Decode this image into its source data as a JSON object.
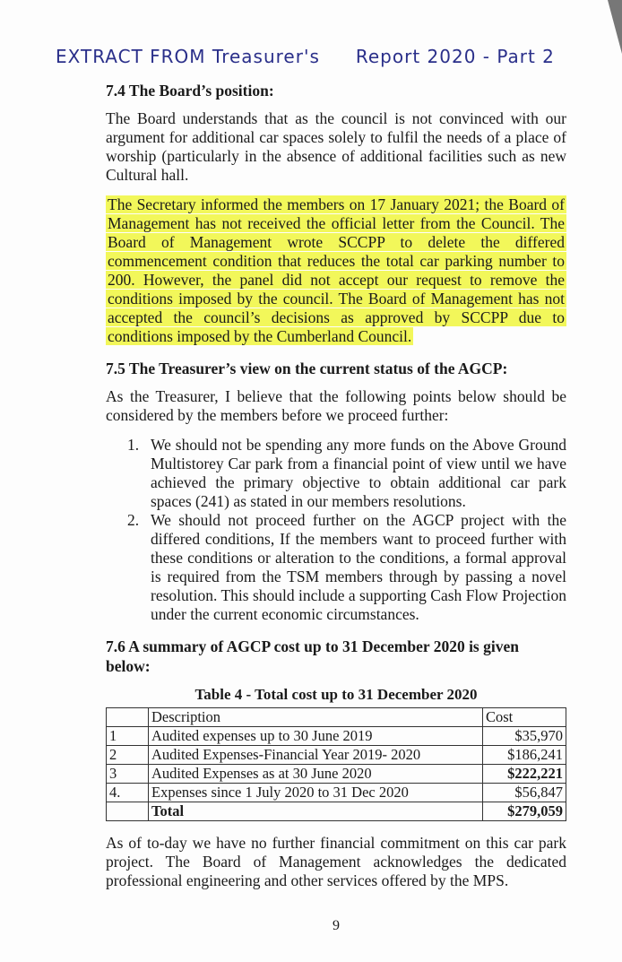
{
  "annotation": {
    "words": [
      "EXTRACT FROM Treasurer's",
      "Report 2020 - Part 2"
    ]
  },
  "section_74": {
    "heading": "7.4 The Board’s position:",
    "paragraph": "The Board understands that as the council is not convinced with our argument for additional car spaces solely to fulfil the needs of a place of worship (particularly in the absence of additional facilities such as new Cultural hall.",
    "highlighted": "The Secretary informed the members on 17 January 2021; the Board of Management has not received the official letter from the Council. The Board of Management wrote SCCPP to delete the differed commencement condition that reduces the total car parking number to 200. However, the panel did not accept our request to remove the conditions imposed by the council. The Board of Management has not accepted the council’s decisions as approved by SCCPP due to conditions imposed by the Cumberland Council.",
    "highlight_color": "#f2f75a"
  },
  "section_75": {
    "heading": "7.5 The Treasurer’s view on the current status of the AGCP:",
    "intro": "As the Treasurer, I believe that the following points below should be considered by the members before we proceed further:",
    "items": [
      {
        "num": "1.",
        "text": "We should not be spending any more funds on the Above Ground Multistorey Car park from a financial point of view until we have achieved the primary objective to obtain additional car park spaces (241) as stated in our members resolutions."
      },
      {
        "num": "2.",
        "text": "We should not proceed further on the AGCP project with the differed conditions, If the members want to proceed further with these conditions or alteration to the conditions, a formal approval is required from the TSM members through by passing a novel resolution. This should include a supporting Cash Flow Projection under the current economic circumstances."
      }
    ]
  },
  "section_76": {
    "heading": "7.6 A summary of AGCP cost up to 31 December 2020 is given below:",
    "table_caption": "Table 4 - Total cost up to 31 December 2020",
    "headers": [
      "",
      "Description",
      "Cost"
    ],
    "rows": [
      {
        "num": "1",
        "desc": "Audited expenses up to 30 June 2019",
        "cost": "$35,970"
      },
      {
        "num": "2",
        "desc": "Audited Expenses-Financial Year 2019- 2020",
        "cost": "$186,241"
      },
      {
        "num": "3",
        "desc": "Audited Expenses as at 30 June 2020",
        "cost": "$222,221"
      },
      {
        "num": "4.",
        "desc": "Expenses since 1 July 2020 to 31 Dec 2020",
        "cost": "$56,847"
      },
      {
        "num": "",
        "desc": "Total",
        "cost": "$279,059"
      }
    ],
    "closing": "As of to-day we have no further financial commitment on this car park project. The Board of Management acknowledges the dedicated professional engineering and other services offered by the MPS."
  },
  "page_number": "9"
}
